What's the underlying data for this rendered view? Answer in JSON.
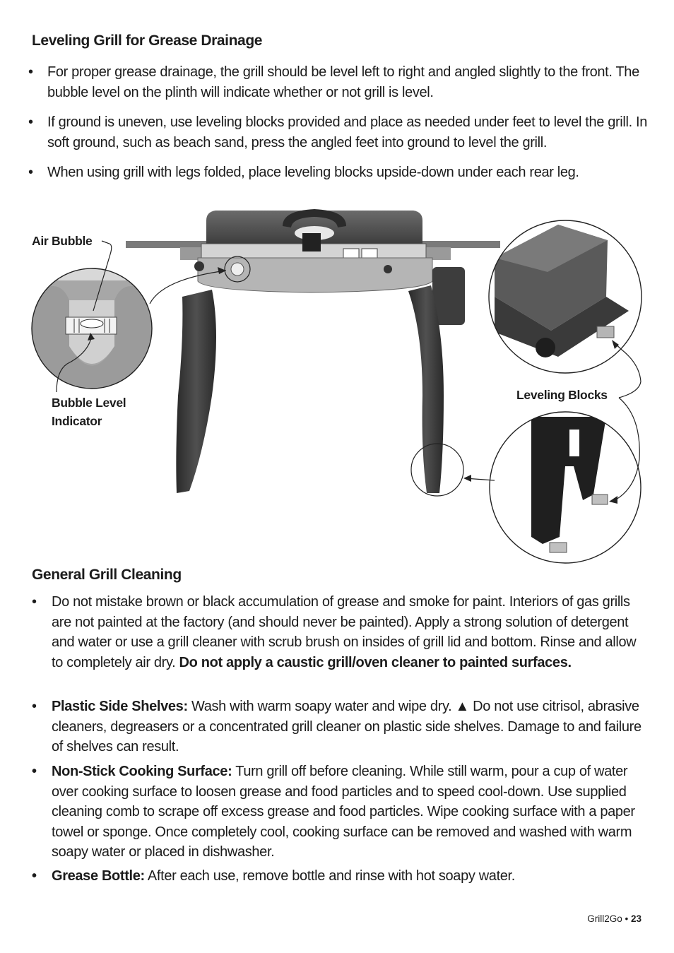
{
  "section1": {
    "heading": "Leveling Grill for Grease Drainage",
    "bullets": [
      "For proper grease drainage, the grill should be level left to right and angled slightly to the front. The bubble level on the plinth will indicate whether or not grill is level.",
      "If ground is uneven, use leveling blocks provided and place as needed under feet to level the grill. In soft ground, such as beach sand, press the angled feet into ground to level the grill.",
      "When using grill with legs folded, place leveling blocks upside-down under each rear leg."
    ]
  },
  "figure": {
    "air_bubble": "Air Bubble",
    "bubble_level_1": "Bubble Level",
    "bubble_level_2": "Indicator",
    "leveling_blocks": "Leveling Blocks"
  },
  "section2": {
    "heading": "General Grill Cleaning",
    "b1_text": "Do not mistake brown or black accumulation of grease and smoke for paint.  Interiors of gas grills are not painted at the factory (and should never be painted). Apply a strong solution of detergent and water or use a grill cleaner with scrub brush on insides of grill lid and bottom. Rinse and allow to completely air dry. ",
    "b1_bold": "Do not apply a caustic grill/oven cleaner to painted surfaces.",
    "b2_bold": "Plastic Side Shelves:",
    "b2_text": " Wash with warm soapy water and wipe dry. ▲ Do not use citrisol, abrasive cleaners, degreasers or a concentrated grill cleaner on plastic side shelves. Damage to and failure of shelves can result.",
    "b3_bold": "Non-Stick Cooking Surface:",
    "b3_text": " Turn grill off before cleaning. While still warm, pour a cup of water over cooking surface to loosen grease and food particles and to speed cool-down. Use supplied cleaning comb to scrape off excess grease and food particles.  Wipe cooking surface with a paper towel or sponge. Once completely cool, cooking surface can be removed and washed with warm soapy water or placed in dishwasher.",
    "b4_bold": "Grease Bottle:",
    "b4_text": " After each use, remove bottle and rinse with hot soapy water."
  },
  "footer": {
    "brand": "Grill2Go • ",
    "page": "23"
  }
}
